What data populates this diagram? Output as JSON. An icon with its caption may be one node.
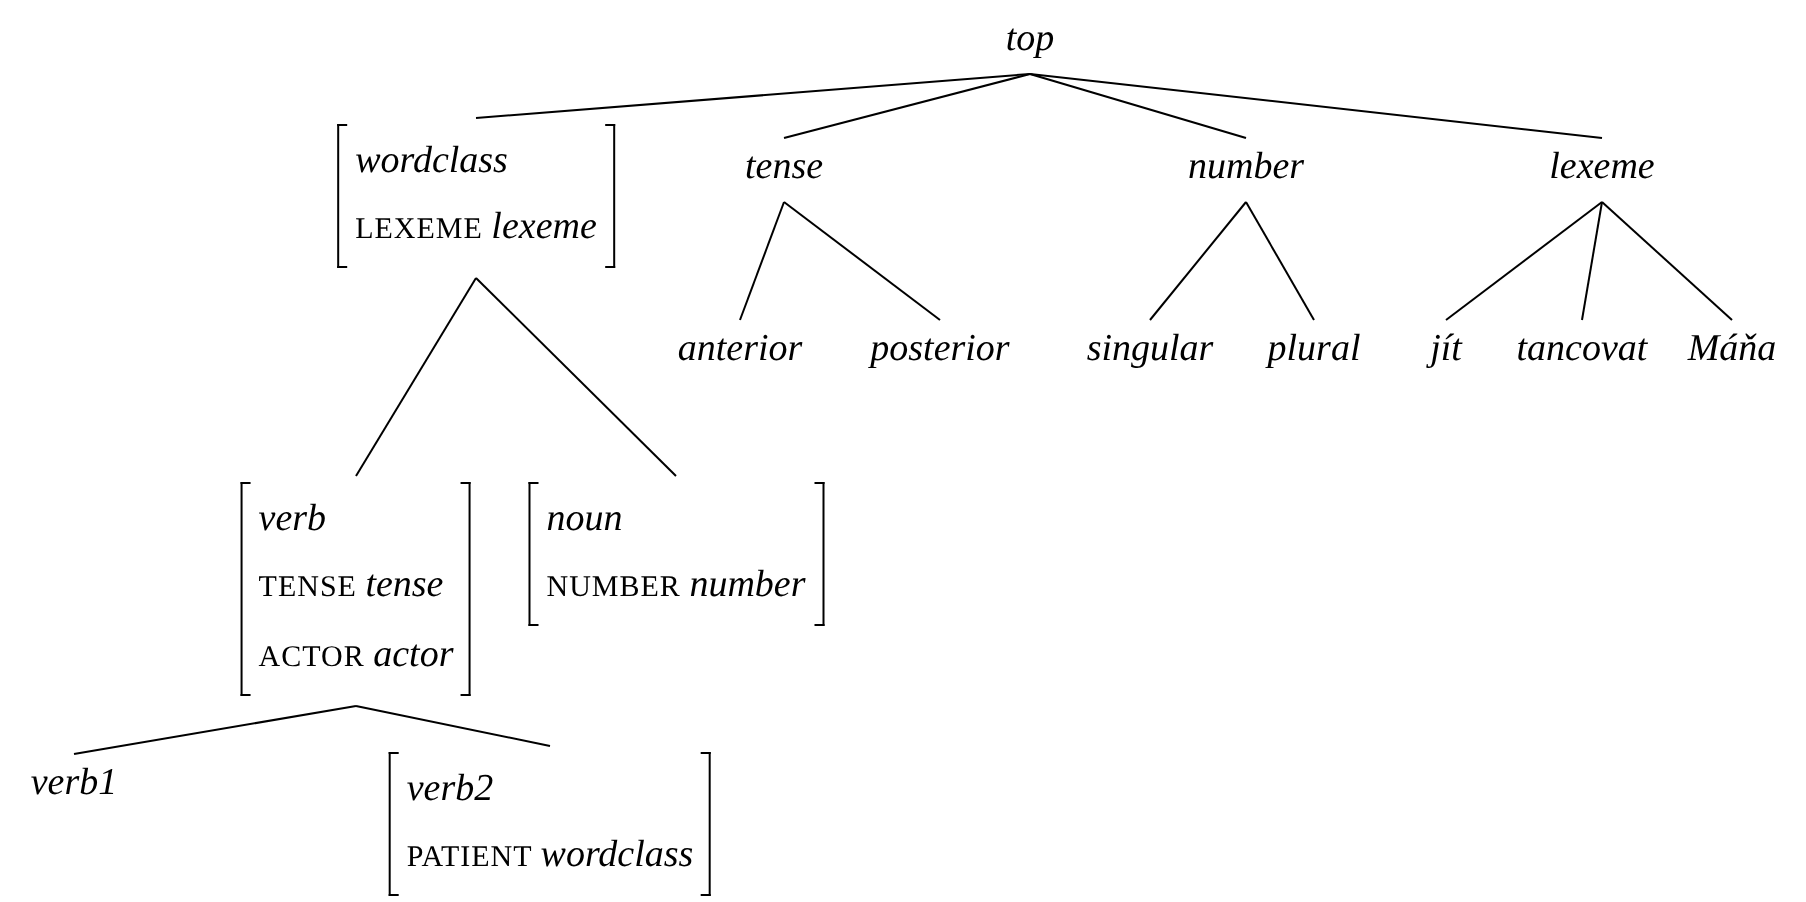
{
  "diagram": {
    "nodes": [
      {
        "text": [
          "top"
        ]
      },
      {
        "text": [
          "wordclass",
          "LEXEME *lexeme*"
        ]
      },
      {
        "text": [
          "tense"
        ]
      },
      {
        "text": [
          "number"
        ]
      },
      {
        "text": [
          "lexeme"
        ]
      },
      {
        "text": [
          "anterior"
        ]
      },
      {
        "text": [
          "posterior"
        ]
      },
      {
        "text": [
          "singular"
        ]
      },
      {
        "text": [
          "plural"
        ]
      },
      {
        "text": [
          "jít"
        ]
      },
      {
        "text": [
          "tancovat"
        ]
      },
      {
        "text": [
          "Máňa"
        ]
      },
      {
        "text": [
          "verb",
          "TENSE *tense*",
          "ACTOR *actor*"
        ]
      },
      {
        "text": [
          "noun",
          "NUMBER *number*"
        ]
      },
      {
        "text": [
          "verb1"
        ]
      },
      {
        "text": [
          "verb2",
          "PATIENT *wordclass*"
        ]
      }
    ],
    "edges": [
      {
        "from": 0,
        "to": 1,
        "arrow": "none"
      },
      {
        "from": 0,
        "to": 2,
        "arrow": "none"
      },
      {
        "from": 0,
        "to": 3,
        "arrow": "none"
      },
      {
        "from": 0,
        "to": 4,
        "arrow": "none"
      },
      {
        "from": 2,
        "to": 5,
        "arrow": "none"
      },
      {
        "from": 2,
        "to": 6,
        "arrow": "none"
      },
      {
        "from": 3,
        "to": 7,
        "arrow": "none"
      },
      {
        "from": 3,
        "to": 8,
        "arrow": "none"
      },
      {
        "from": 4,
        "to": 9,
        "arrow": "none"
      },
      {
        "from": 4,
        "to": 10,
        "arrow": "none"
      },
      {
        "from": 4,
        "to": 11,
        "arrow": "none"
      },
      {
        "from": 1,
        "to": 12,
        "arrow": "none"
      },
      {
        "from": 1,
        "to": 13,
        "arrow": "none"
      },
      {
        "from": 12,
        "to": 14,
        "arrow": "none"
      },
      {
        "from": 12,
        "to": 15,
        "arrow": "none"
      }
    ]
  }
}
